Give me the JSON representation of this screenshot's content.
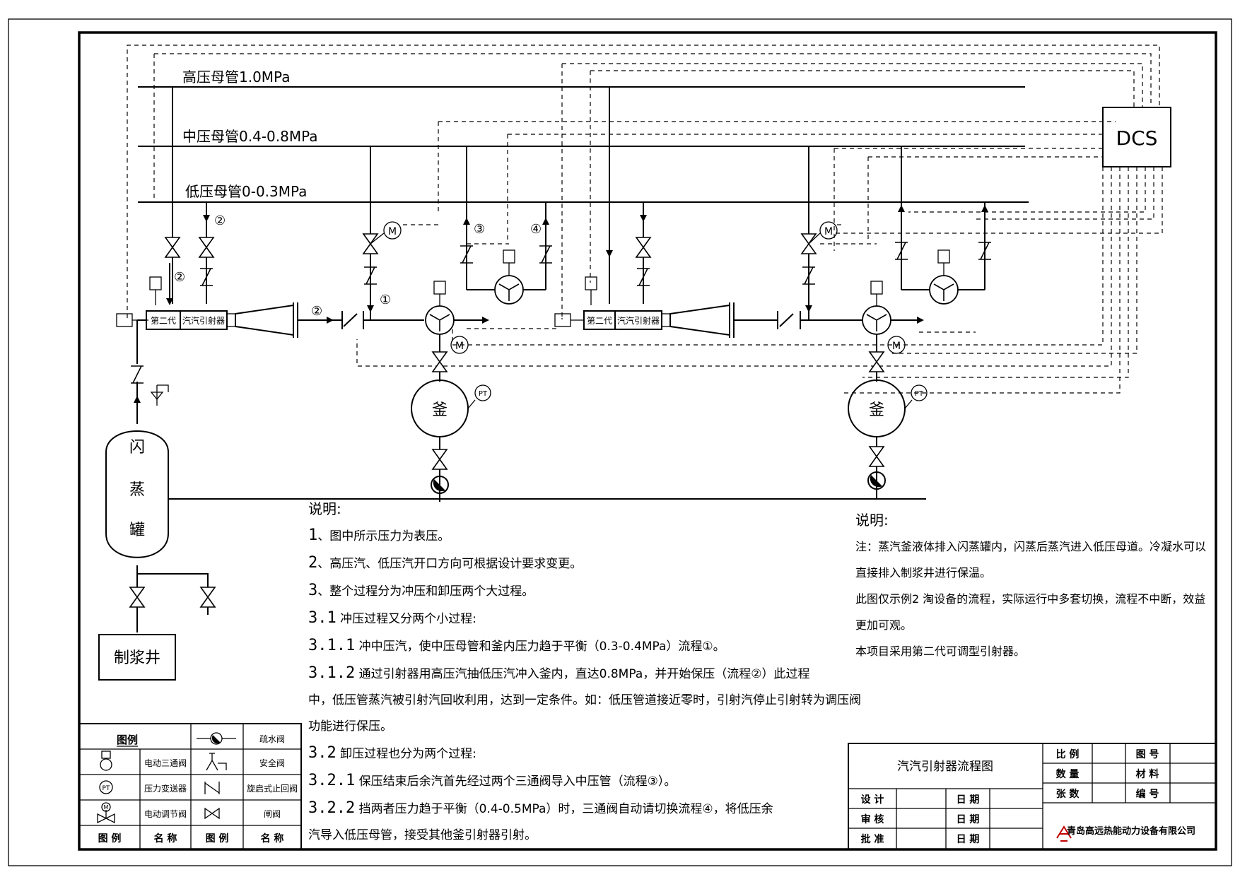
{
  "header_lines": {
    "high": "高压母管1.0MPa",
    "mid": "中压母管0.4-0.8MPa",
    "low": "低压母管0-0.3MPa"
  },
  "dcs_label": "DCS",
  "tank_labels": [
    "釜",
    "釜"
  ],
  "flash_tank": {
    "chars": [
      "闪",
      "蒸",
      "罐"
    ]
  },
  "slurry_well": "制浆井",
  "ejector": {
    "gen2": "第二代",
    "name": "汽汽引射器"
  },
  "valve_symbol": "M",
  "pt_symbol": "PT",
  "flow_markers": [
    "①",
    "②",
    "③",
    "④"
  ],
  "notes_left": {
    "title": "说明:",
    "lines": [
      {
        "num": "1",
        "text": "、图中所示压力为表压。"
      },
      {
        "num": "2",
        "text": "、高压汽、低压汽开口方向可根据设计要求变更。"
      },
      {
        "num": "3",
        "text": "、整个过程分为冲压和卸压两个大过程。"
      },
      {
        "num": "3.1",
        "text": " 冲压过程又分两个小过程:"
      },
      {
        "num": "3.1.1",
        "text": " 冲中压汽，使中压母管和釜内压力趋于平衡（0.3-0.4MPa）流程①。"
      },
      {
        "num": "3.1.2",
        "text": " 通过引射器用高压汽抽低压汽冲入釜内，直达0.8MPa，并开始保压（流程②）此过程"
      },
      {
        "num": "",
        "text": "中，低压管蒸汽被引射汽回收利用，达到一定条件。如：低压管道接近零时，引射汽停止引射转为调压阀"
      },
      {
        "num": "",
        "text": "功能进行保压。"
      },
      {
        "num": "3.2",
        "text": " 卸压过程也分为两个过程:"
      },
      {
        "num": "3.2.1",
        "text": " 保压结束后余汽首先经过两个三通阀导入中压管（流程③）。"
      },
      {
        "num": "3.2.2",
        "text": " 挡两者压力趋于平衡（0.4-0.5MPa）时，三通阀自动请切换流程④，将低压余"
      },
      {
        "num": "",
        "text": "汽导入低压母管，接受其他釜引射器引射。"
      }
    ]
  },
  "notes_right": {
    "title": "说明:",
    "lines": [
      "注：蒸汽釜液体排入闪蒸罐内，闪蒸后蒸汽进入低压母道。冷凝水可以",
      "直接排入制浆井进行保温。",
      "此图仅示例2 淘设备的流程，实际运行中多套切换，流程不中断，效益",
      "更加可观。",
      "本项目采用第二代可调型引射器。"
    ]
  },
  "legend": {
    "title": "图例",
    "items": [
      {
        "name": "疏水阀",
        "icon": "steam-trap-icon"
      },
      {
        "name": "电动三通阀",
        "icon": "motorized-three-way-valve-icon"
      },
      {
        "name": "安全阀",
        "icon": "safety-valve-icon"
      },
      {
        "name": "压力变送器",
        "icon": "pressure-transmitter-icon"
      },
      {
        "name": "旋启式止回阀",
        "icon": "swing-check-valve-icon"
      },
      {
        "name": "电动调节阀",
        "icon": "motorized-control-valve-icon"
      },
      {
        "name": "闸阀",
        "icon": "gate-valve-icon"
      }
    ],
    "footer": [
      "图 例",
      "名 称",
      "图 例",
      "名 称"
    ],
    "pt": "PT",
    "m": "M"
  },
  "title_block": {
    "drawing_name": "汽汽引射器流程图",
    "fields": {
      "scale": "比 例",
      "drawing_no": "图 号",
      "quantity": "数 量",
      "material": "材 料",
      "sheets": "张 数",
      "serial": "编 号",
      "design": "设 计",
      "review": "审 核",
      "approve": "批 准",
      "date": "日 期"
    },
    "company": "青岛高远热能动力设备有限公司"
  }
}
